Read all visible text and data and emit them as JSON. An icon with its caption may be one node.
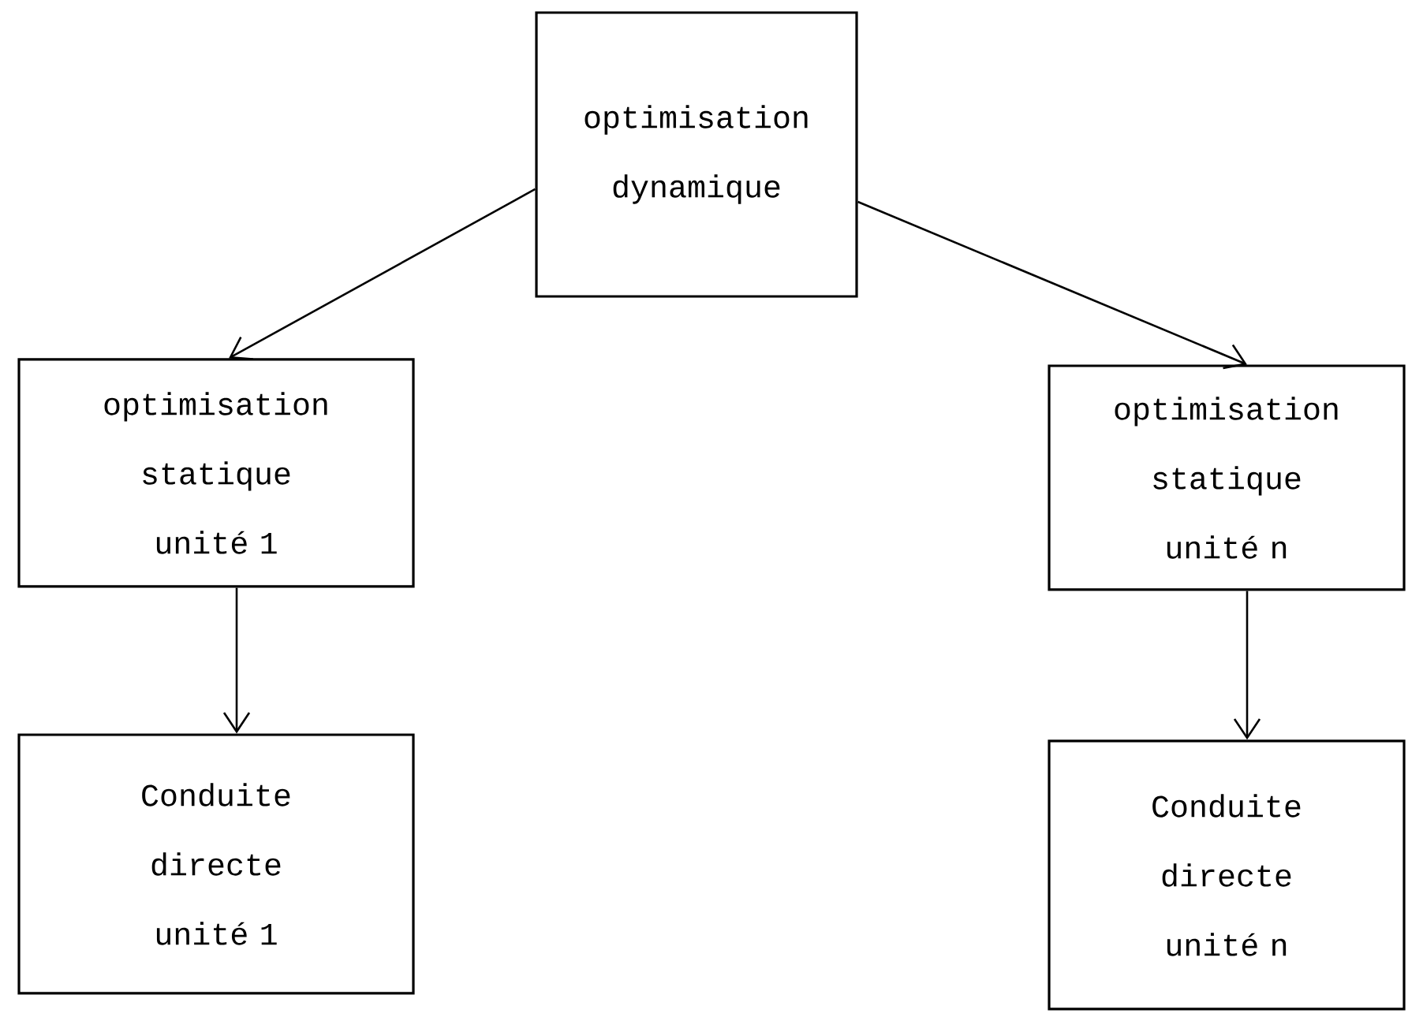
{
  "diagram": {
    "nodes": [
      {
        "text": [
          "optimisation dynamique"
        ]
      },
      {
        "text": [
          "optimisation statique unité 1"
        ]
      },
      {
        "text": [
          "optimisation statique unité n"
        ]
      },
      {
        "text": [
          "Conduite directe unité 1"
        ]
      },
      {
        "text": [
          "Conduite directe unité n"
        ]
      }
    ],
    "edges": [
      {
        "from": 0,
        "to": 1,
        "arrow": "to"
      },
      {
        "from": 0,
        "to": 2,
        "arrow": "to"
      },
      {
        "from": 1,
        "to": 3,
        "arrow": "to"
      },
      {
        "from": 2,
        "to": 4,
        "arrow": "to"
      }
    ]
  }
}
